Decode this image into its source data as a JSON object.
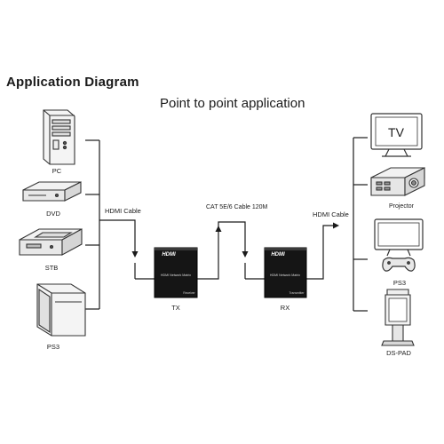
{
  "header": {
    "title": "Application Diagram",
    "subtitle": "Point to point application"
  },
  "sources": [
    {
      "label": "PC",
      "icon": "pc-tower-icon"
    },
    {
      "label": "DVD",
      "icon": "dvd-player-icon"
    },
    {
      "label": "STB",
      "icon": "set-top-box-icon"
    },
    {
      "label": "PS3",
      "icon": "ps3-console-icon"
    }
  ],
  "displays": [
    {
      "label": "TV",
      "icon": "tv-icon"
    },
    {
      "label": "Projector",
      "icon": "projector-icon"
    },
    {
      "label": "PS3",
      "icon": "monitor-gamepad-icon"
    },
    {
      "label": "DS-PAD",
      "icon": "kiosk-stand-icon"
    }
  ],
  "transmitter": {
    "logo": "HDMI",
    "model": "HDMI Network Matrix",
    "role": "Receiver",
    "label": "TX"
  },
  "receiver": {
    "logo": "HDMI",
    "model": "HDMI Network Matrix",
    "role": "Transmitter",
    "label": "RX"
  },
  "cables": {
    "input": "HDMI Cable",
    "link": "CAT 5E/6 Cable 120M",
    "output": "HDMI Cable"
  },
  "tv_screen_text": "TV",
  "colors": {
    "line": "#1a1a1a",
    "box": "#151515",
    "icon_stroke": "#333333"
  }
}
